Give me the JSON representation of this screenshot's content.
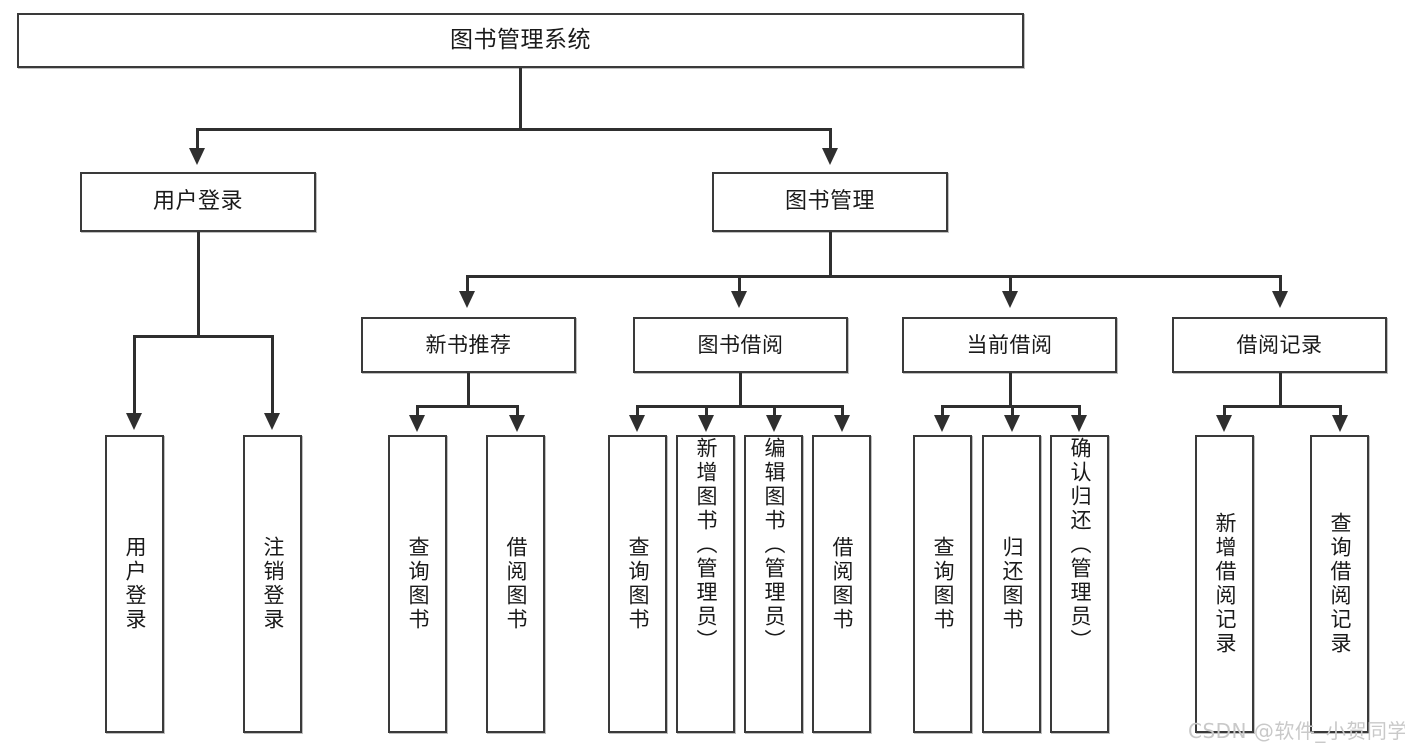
{
  "diagram": {
    "title": "图书管理系统",
    "type": "hierarchy-tree",
    "root": {
      "label": "图书管理系统"
    },
    "level2": [
      {
        "label": "用户登录"
      },
      {
        "label": "图书管理"
      }
    ],
    "level3": [
      {
        "label": "新书推荐"
      },
      {
        "label": "图书借阅"
      },
      {
        "label": "当前借阅"
      },
      {
        "label": "借阅记录"
      }
    ],
    "leaves": {
      "user_login": [
        {
          "label": "用户登录"
        },
        {
          "label": "注销登录"
        }
      ],
      "new_book_recommend": [
        {
          "label": "查询图书"
        },
        {
          "label": "借阅图书"
        }
      ],
      "book_borrow": [
        {
          "label": "查询图书"
        },
        {
          "label": "新增图书（管理员）"
        },
        {
          "label": "编辑图书（管理员）"
        },
        {
          "label": "借阅图书"
        }
      ],
      "current_borrow": [
        {
          "label": "查询图书"
        },
        {
          "label": "归还图书"
        },
        {
          "label": "确认归还（管理员）"
        }
      ],
      "borrow_record": [
        {
          "label": "新增借阅记录"
        },
        {
          "label": "查询借阅记录"
        }
      ]
    }
  },
  "watermark": {
    "text": "CSDN @软件_小贺同学"
  },
  "colors": {
    "box_border": "#3a3a3a",
    "line": "#2f2f2f",
    "background": "#ffffff",
    "text": "#1a1a1a",
    "watermark": "#c9c9c9"
  }
}
